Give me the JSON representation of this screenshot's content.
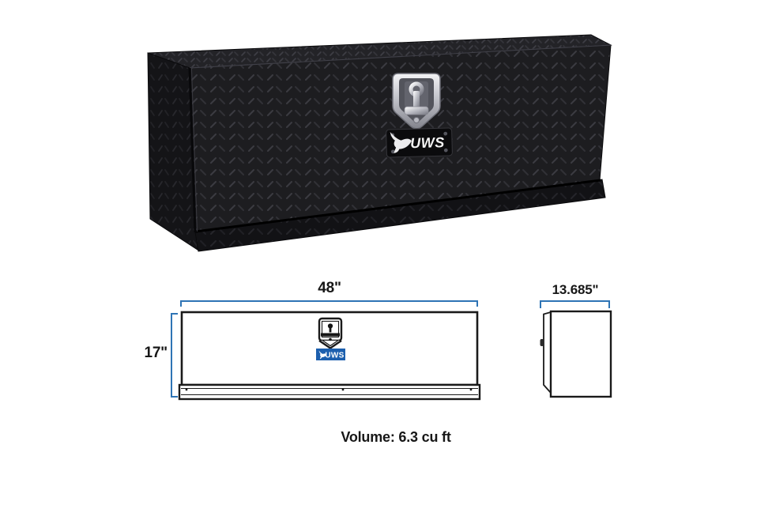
{
  "photo": {
    "brand_label": "UWS"
  },
  "diagram": {
    "front_width_label": "48\"",
    "front_height_label": "17\"",
    "side_depth_label": "13.685\"",
    "badge_label": "UWS",
    "volume_label": "Volume: 6.3 cu ft"
  },
  "colors": {
    "dim-blue": "#2e74b5",
    "badge-blue": "#1c5fae",
    "diagram-line": "#1a1a1a",
    "box-black": "#1d1d20",
    "page-bg": "#ffffff"
  }
}
